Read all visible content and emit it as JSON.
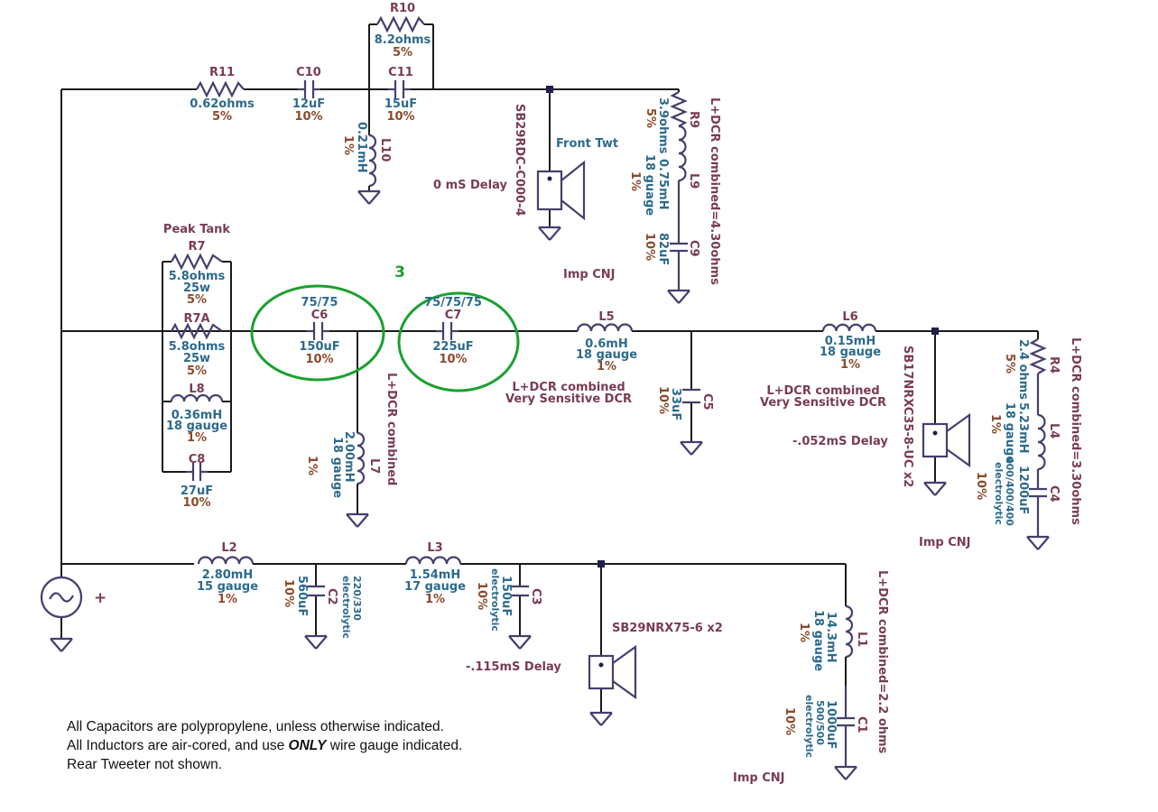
{
  "labels": {
    "r10": [
      "R10",
      "8.2ohms",
      "5%"
    ],
    "r11": [
      "R11",
      "0.62ohms",
      "5%"
    ],
    "c10": [
      "C10",
      "12uF",
      "10%"
    ],
    "c11": [
      "C11",
      "15uF",
      "10%"
    ],
    "l10": [
      "L10",
      "0.21mH",
      "1%"
    ],
    "front_twt": [
      "SB29RDC-C000-4",
      "Front Twt",
      "0 mS Delay"
    ],
    "r9_group": [
      "R9",
      "3.9ohms",
      "5%",
      "L9",
      "0.75mH",
      "18 guage",
      "1%",
      "C9",
      "82uF",
      "10%"
    ],
    "top_combined": "L+DCR combined=4.30ohms",
    "top_imp": "Imp CNJ",
    "peak_tank": "Peak Tank",
    "r7": [
      "R7",
      "5.8ohms",
      "25w",
      "5%"
    ],
    "r7a": [
      "R7A",
      "5.8ohms",
      "25w",
      "5%"
    ],
    "l8": [
      "L8",
      "0.36mH",
      "18 gauge",
      "1%"
    ],
    "c8": [
      "C8",
      "27uF",
      "10%"
    ],
    "group_mark": "3",
    "c6": [
      "75/75",
      "C6",
      "150uF",
      "10%"
    ],
    "c7": [
      "75/75/75",
      "C7",
      "225uF",
      "10%"
    ],
    "l7": [
      "L7",
      "2.00mH",
      "18 gauge",
      "1%"
    ],
    "l7_combined": "L+DCR combined",
    "l5": [
      "L5",
      "0.6mH",
      "18 gauge",
      "1%"
    ],
    "l5_combined": [
      "L+DCR combined",
      "Very Sensitive DCR"
    ],
    "c5": [
      "C5",
      "33uF",
      "10%"
    ],
    "l6": [
      "L6",
      "0.15mH",
      "18 gauge",
      "1%"
    ],
    "l6_combined": [
      "L+DCR combined",
      "Very Sensitive DCR"
    ],
    "mid_driver": [
      "SB17NRXC35-8-UC x2",
      "-.052mS Delay"
    ],
    "r4_group": [
      "R4",
      "2.4 ohms",
      "5%",
      "L4",
      "5.23mH",
      "18 gauge",
      "1%",
      "C4",
      "1200uF",
      "400/400/400",
      "electrolytic",
      "10%"
    ],
    "mid_combined": "L+DCR combined=3.30ohms",
    "mid_imp": "Imp CNJ",
    "source_plus": "+",
    "l2": [
      "L2",
      "2.80mH",
      "15 gauge",
      "1%"
    ],
    "c2": [
      "C2",
      "560uF",
      "220/330",
      "electrolytic",
      "10%"
    ],
    "l3": [
      "L3",
      "1.54mH",
      "17 gauge",
      "1%"
    ],
    "c3": [
      "C3",
      "150uF",
      "electrolytic",
      "10%"
    ],
    "woofer": [
      "SB29NRX75-6 x2",
      "-.115mS Delay"
    ],
    "l1": [
      "L1",
      "14.3mH",
      "18 gauge",
      "1%"
    ],
    "c1": [
      "C1",
      "1000uF",
      "500/500",
      "electrolytic",
      "10%"
    ],
    "bot_combined": "L+DCR combined=2.2 ohms",
    "bot_imp": "Imp CNJ"
  },
  "notes": {
    "line1": "All Capacitors are polypropylene, unless otherwise indicated.",
    "line2_pre": "All Inductors are air-cored, and use ",
    "line2_bold": "ONLY",
    "line2_post": " wire gauge indicated.",
    "line3": "Rear Tweeter not shown."
  },
  "colors": {
    "wire": "#1a1a1a",
    "part": "#463e6e",
    "name": "#7a3b52",
    "value": "#2b6a8d",
    "tolerance": "#8a4a2b",
    "highlight": "#1aa12e"
  }
}
